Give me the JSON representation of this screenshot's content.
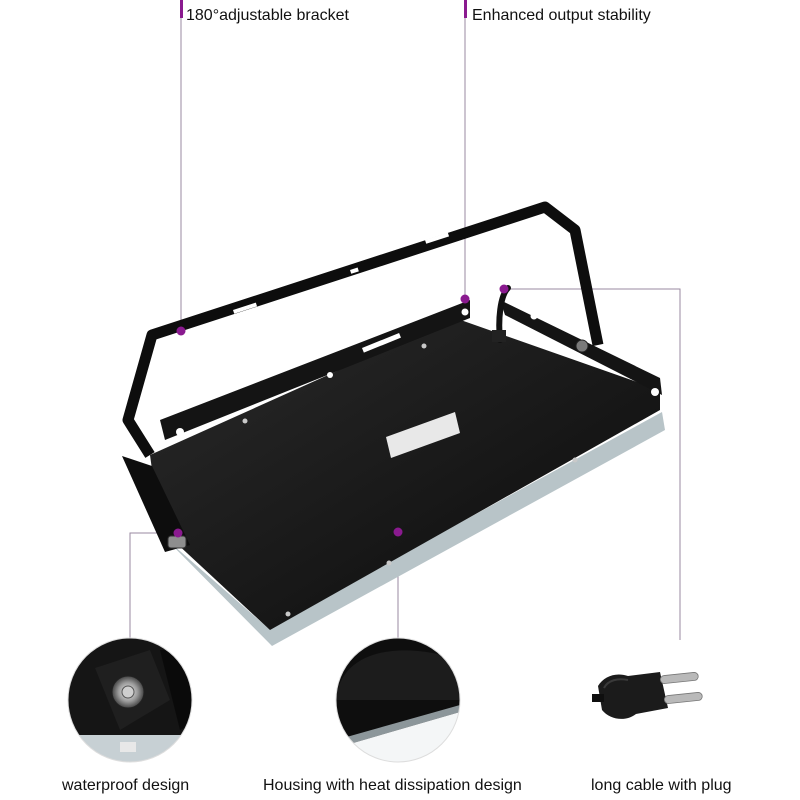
{
  "callouts": {
    "bracket": "180°adjustable bracket",
    "stability": "Enhanced output stability",
    "waterproof": "waterproof design",
    "housing": "Housing with heat dissipation design",
    "cable": "long cable with plug"
  },
  "colors": {
    "accent": "#8a1a8f",
    "leader_line": "#9a8aa0",
    "housing": "#111111",
    "background": "#ffffff"
  },
  "icons": {
    "detail_1": "waterproof-valve-icon",
    "detail_2": "housing-surface-icon",
    "detail_3": "power-plug-icon"
  }
}
